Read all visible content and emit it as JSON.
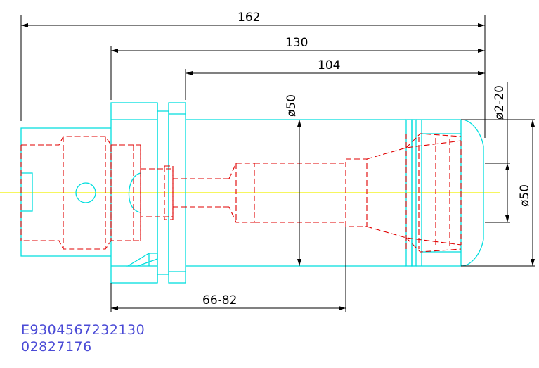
{
  "dimensions": {
    "overall_length": "162",
    "shank_length": "130",
    "body_length": "104",
    "body_diameter": "ø50",
    "clamping_range": "ø2-20",
    "nose_diameter": "ø50",
    "insertion_depth": "66-82"
  },
  "codes": {
    "line1": "E9304567232130",
    "line2": "02827176"
  },
  "colors": {
    "outline": "#00dede",
    "hidden": "#e00000",
    "centerline": "#f0f000",
    "dimension": "#000000",
    "code_text": "#4b4bd6"
  }
}
